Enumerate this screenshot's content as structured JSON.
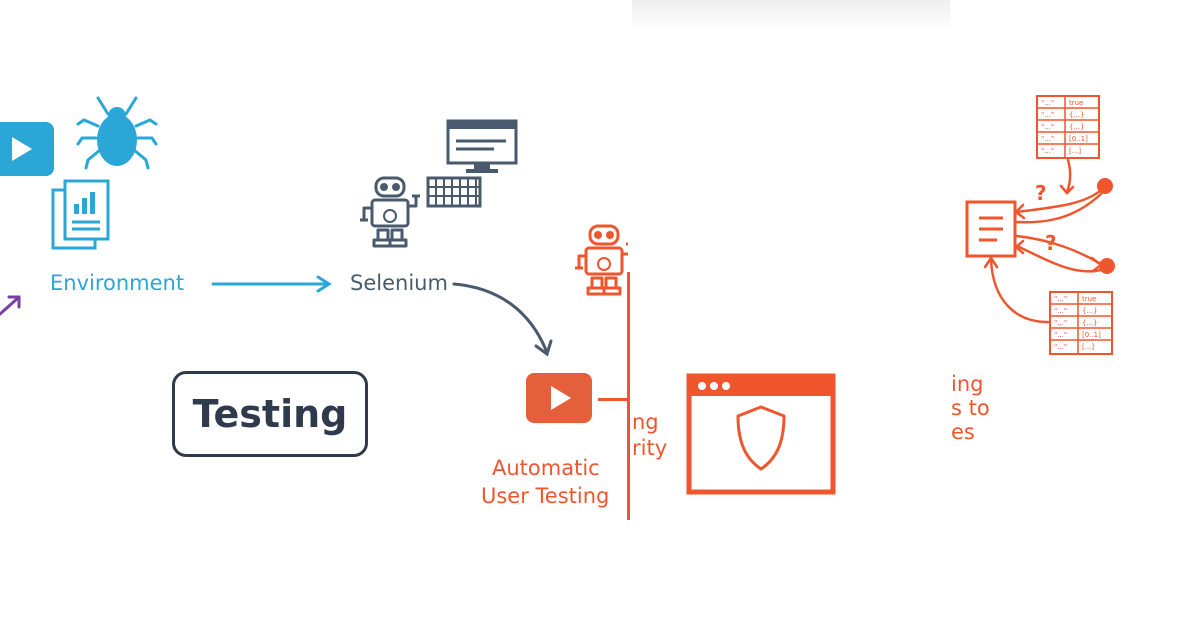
{
  "labels": {
    "environment": "Environment",
    "selenium": "Selenium",
    "testing": "Testing",
    "automatic_line1": "Automatic",
    "automatic_line2": "User Testing",
    "security_partial_line1": "ng",
    "security_partial_line2": "rity",
    "right_partial_line1": "ing",
    "right_partial_line2": "s to",
    "right_partial_line3": "es"
  },
  "tables": {
    "header_cells": [
      "\"...\"",
      "true"
    ],
    "rows": [
      [
        "\"...\"",
        "{...}"
      ],
      [
        "\"...\"",
        "{...}"
      ],
      [
        "\"...\"",
        "[0..1]"
      ],
      [
        "\"...\"",
        "[...]"
      ]
    ]
  },
  "question_mark": "?",
  "colors": {
    "blue": "#2aa7d6",
    "dark": "#2f3b4c",
    "slate": "#4a5a6e",
    "orange": "#f0562e",
    "purple": "#7b3fa0"
  },
  "icons": [
    "play-icon",
    "bug-icon",
    "document-chart-icon",
    "robot-icon",
    "monitor-icon",
    "keyboard-icon",
    "shield-browser-icon",
    "document-icon"
  ]
}
